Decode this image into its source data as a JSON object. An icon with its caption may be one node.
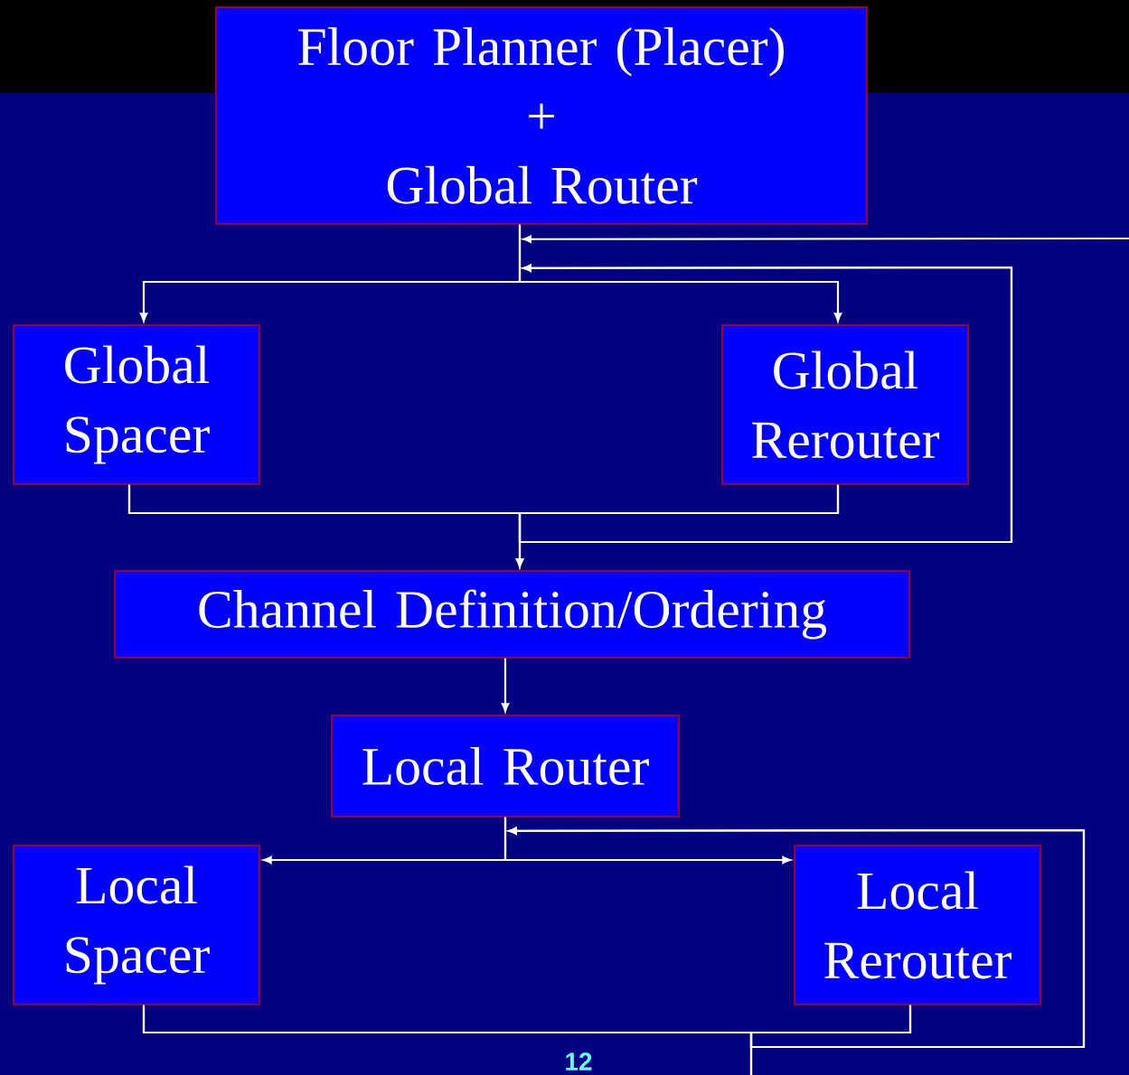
{
  "diagram": {
    "nodes": [
      {
        "text": [
          "Floor Planner (Placer)",
          "+",
          "Global Router"
        ]
      },
      {
        "text": [
          "Global Spacer"
        ]
      },
      {
        "text": [
          "Global Rerouter"
        ]
      },
      {
        "text": [
          "Channel Definition/Ordering"
        ]
      },
      {
        "text": [
          "Local Router"
        ]
      },
      {
        "text": [
          "Local Spacer"
        ]
      },
      {
        "text": [
          "Local Rerouter"
        ]
      }
    ],
    "edges": [
      {
        "from": 0,
        "to": 1,
        "arrow": "to"
      },
      {
        "from": 0,
        "to": 2,
        "arrow": "to"
      },
      {
        "from": 1,
        "to": 3,
        "arrow": "to"
      },
      {
        "from": 2,
        "to": 3,
        "arrow": "to"
      },
      {
        "from": 1,
        "to": 0,
        "arrow": "to"
      },
      {
        "from": 2,
        "to": 0,
        "arrow": "to"
      },
      {
        "from": null,
        "to": 0,
        "arrow": "to"
      },
      {
        "from": 3,
        "to": 4,
        "arrow": "to"
      },
      {
        "from": 4,
        "to": 5,
        "arrow": "to"
      },
      {
        "from": 4,
        "to": 6,
        "arrow": "to"
      },
      {
        "from": 5,
        "to": 4,
        "arrow": "to"
      },
      {
        "from": 6,
        "to": 4,
        "arrow": "to"
      },
      {
        "from": 5,
        "to": null,
        "arrow": "none"
      },
      {
        "from": 6,
        "to": null,
        "arrow": "none"
      }
    ],
    "labels": [
      "12"
    ]
  }
}
